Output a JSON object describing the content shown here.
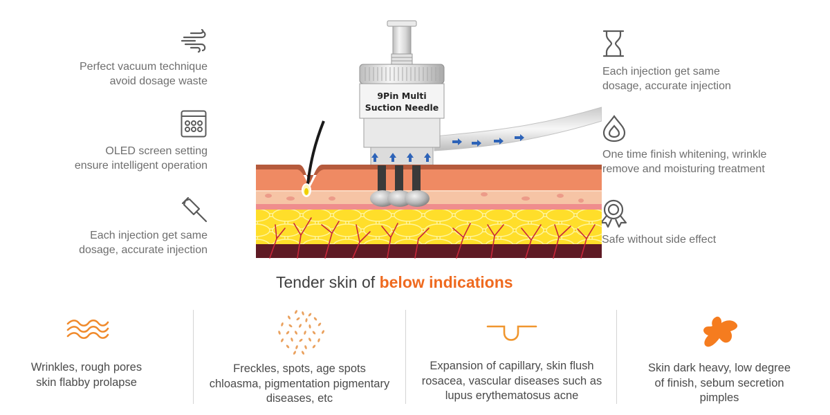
{
  "left_features": [
    {
      "icon": "wind-icon",
      "lines": [
        "Perfect vacuum technique",
        "avoid dosage waste"
      ]
    },
    {
      "icon": "oled-screen-icon",
      "lines": [
        "OLED screen setting",
        "ensure intelligent operation"
      ]
    },
    {
      "icon": "syringe-icon",
      "lines": [
        "Each injection get same",
        "dosage, accurate injection"
      ]
    }
  ],
  "right_features": [
    {
      "icon": "hourglass-icon",
      "lines": [
        "Each injection get same",
        "dosage, accurate injection"
      ]
    },
    {
      "icon": "water-drop-icon",
      "lines": [
        "One time finish whitening, wrinkle",
        "remove and moisturing treatment"
      ]
    },
    {
      "icon": "award-badge-icon",
      "lines": [
        "Safe without side effect"
      ]
    }
  ],
  "device": {
    "label_line1": "9Pin Multi",
    "label_line2": "Suction Needle"
  },
  "headline": {
    "prefix": "Tender skin of ",
    "highlight": "below indications"
  },
  "indications": [
    {
      "icon": "wrinkle-waves-icon",
      "lines": [
        "Wrinkles, rough pores",
        "skin flabby prolapse"
      ]
    },
    {
      "icon": "freckles-dots-icon",
      "lines": [
        "Freckles, spots, age spots",
        "chloasma, pigmentation pigmentary",
        "diseases, etc"
      ]
    },
    {
      "icon": "capillary-dip-icon",
      "lines": [
        "Expansion of capillary, skin flush",
        "rosacea, vascular diseases such as",
        "lupus erythematosus acne"
      ]
    },
    {
      "icon": "dark-blot-icon",
      "lines": [
        "Skin dark heavy, low degree",
        "of finish, sebum secretion",
        "pimples"
      ]
    }
  ],
  "colors": {
    "accent_orange": "#ef6a1f",
    "icon_gray": "#5a5a5a",
    "text_gray": "#6e6e6e",
    "arrow_blue": "#2d63b8"
  }
}
